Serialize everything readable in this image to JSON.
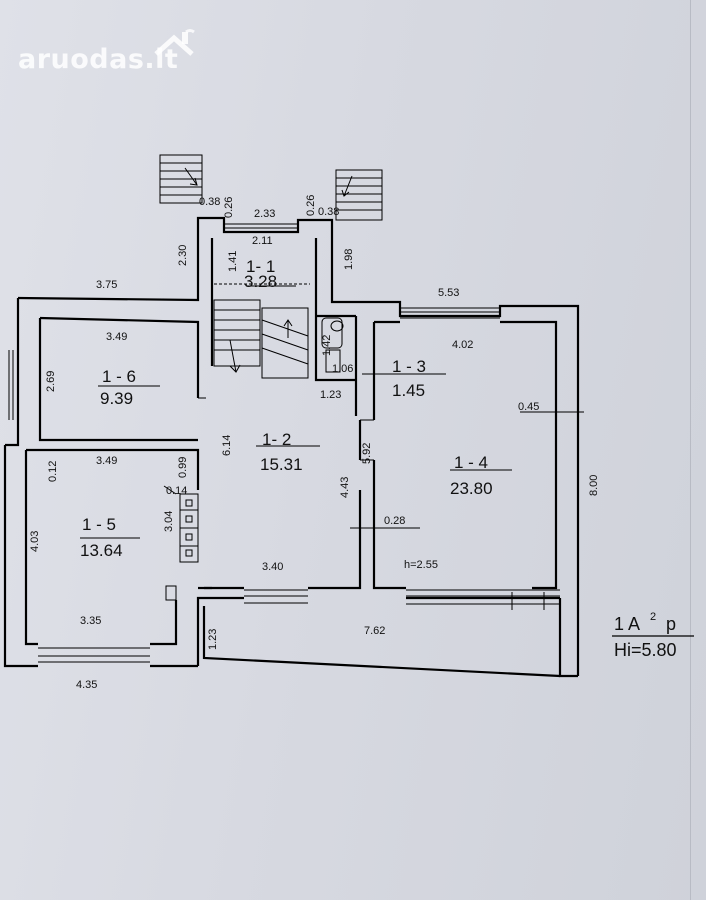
{
  "watermark": {
    "text": "aruodas.lt"
  },
  "rooms": [
    {
      "id": "1- 1",
      "area": "3.28"
    },
    {
      "id": "1- 2",
      "area": "15.31"
    },
    {
      "id": "1 - 3",
      "area": "1.45"
    },
    {
      "id": "1 - 4",
      "area": "23.80"
    },
    {
      "id": "1 - 5",
      "area": "13.64"
    },
    {
      "id": "1 - 6",
      "area": "9.39"
    }
  ],
  "dimensions": {
    "d_0_38_left": "0.38",
    "d_0_26_left": "0.26",
    "d_2_33": "2.33",
    "d_0_26_right": "0.26",
    "d_0_38_right": "0.38",
    "d_2_11": "2.11",
    "d_2_30": "2.30",
    "d_1_41": "1.41",
    "d_1_98": "1.98",
    "d_3_75": "3.75",
    "d_5_53": "5.53",
    "d_3_49_top": "3.49",
    "d_4_02": "4.02",
    "d_1_42": "1.42",
    "d_1_06": "1.06",
    "d_2_69": "2.69",
    "d_1_23_mid": "1.23",
    "d_0_45": "0.45",
    "d_6_14": "6.14",
    "d_5_92": "5.92",
    "d_3_49_mid": "3.49",
    "d_0_12": "0.12",
    "d_0_99": "0.99",
    "d_0_14": "0.14",
    "d_4_43": "4.43",
    "d_8_00": "8.00",
    "d_3_04": "3.04",
    "d_4_03": "4.03",
    "d_0_28": "0.28",
    "d_3_40": "3.40",
    "d_h": "h=2.55",
    "d_3_35": "3.35",
    "d_1_23_bottom": "1.23",
    "d_7_62": "7.62",
    "d_4_35": "4.35"
  },
  "legend": {
    "line1": "1 A",
    "superscript": "2",
    "p": "p",
    "line2": "Hi=5.80"
  }
}
